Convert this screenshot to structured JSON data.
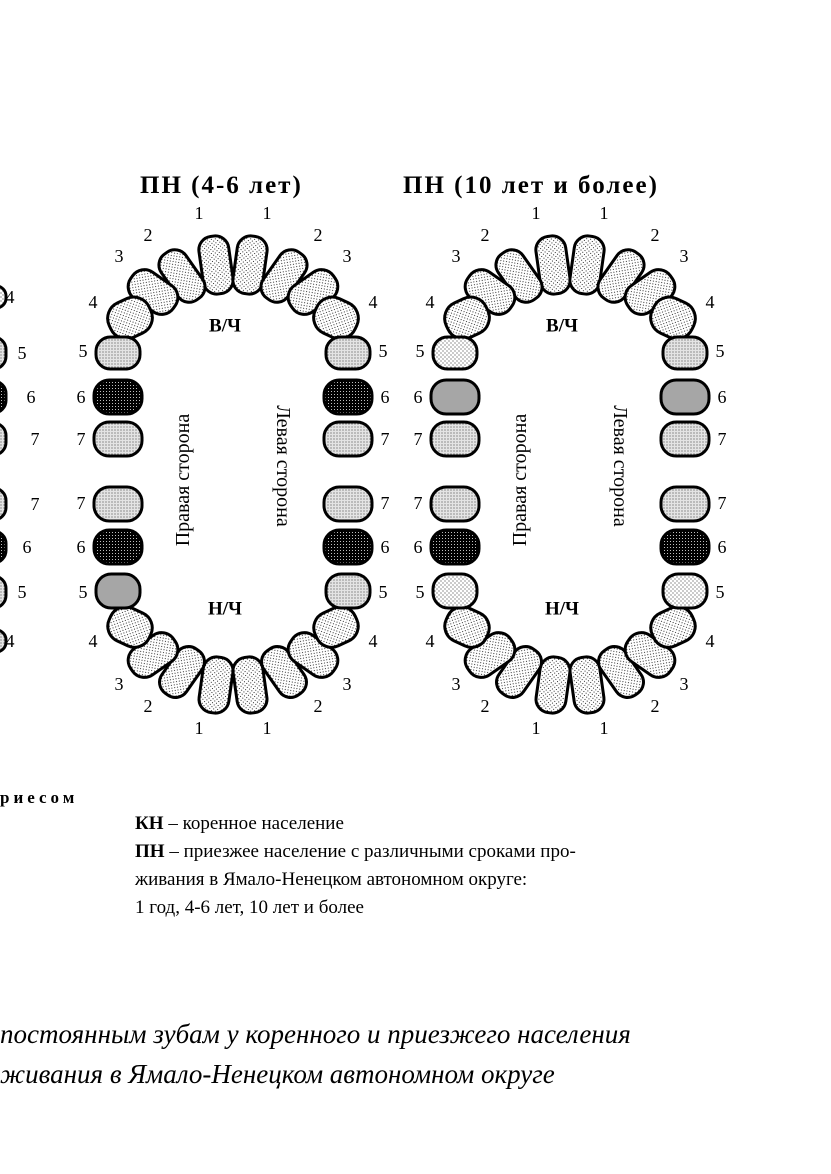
{
  "colors": {
    "dotted": "#ffffff",
    "light": "#d9d9d9",
    "medium": "#a6a6a6",
    "dark": "#000000"
  },
  "left_partial": {
    "labels": [
      "4",
      "5",
      "6",
      "7",
      "7",
      "6",
      "5",
      "4"
    ],
    "fills": [
      "dotted",
      "light",
      "dark",
      "light",
      "light",
      "dark",
      "light",
      "light"
    ]
  },
  "charts": [
    {
      "title": "ПН (4-6 лет)",
      "upper_label": "В/Ч",
      "lower_label": "Н/Ч",
      "right_side_label": "Правая сторона",
      "left_side_label": "Левая сторона",
      "fills": {
        "upper_right": [
          "dotted",
          "dotted",
          "dotted",
          "dotted",
          "light",
          "dark",
          "light"
        ],
        "upper_left": [
          "dotted",
          "dotted",
          "dotted",
          "dotted",
          "light",
          "dark",
          "light"
        ],
        "lower_right": [
          "dotted",
          "dotted",
          "dotted",
          "dotted",
          "medium",
          "dark",
          "light"
        ],
        "lower_left": [
          "dotted",
          "dotted",
          "dotted",
          "dotted",
          "light",
          "dark",
          "light"
        ]
      }
    },
    {
      "title": "ПН (10 лет и более)",
      "upper_label": "В/Ч",
      "lower_label": "Н/Ч",
      "right_side_label": "Правая сторона",
      "left_side_label": "Левая сторона",
      "fills": {
        "upper_right": [
          "dotted",
          "dotted",
          "dotted",
          "dotted",
          "dotted",
          "medium",
          "light"
        ],
        "upper_left": [
          "dotted",
          "dotted",
          "dotted",
          "dotted",
          "light",
          "medium",
          "light"
        ],
        "lower_right": [
          "dotted",
          "dotted",
          "dotted",
          "dotted",
          "dotted",
          "dark",
          "light"
        ],
        "lower_left": [
          "dotted",
          "dotted",
          "dotted",
          "dotted",
          "dotted",
          "dark",
          "light"
        ]
      }
    }
  ],
  "tooth_numbers": [
    "1",
    "2",
    "3",
    "4",
    "5",
    "6",
    "7"
  ],
  "partial_text": "риесом",
  "legend": {
    "kn_abbr": "КН",
    "kn_text": " – коренное население",
    "pn_abbr": "ПН",
    "pn_text_1": " – приезжее население с различными сроками про-",
    "pn_text_2": "живания в Ямало-Ненецком автономном округе:",
    "pn_text_3": " 1 год, 4-6 лет, 10 лет и более"
  },
  "caption": {
    "line1": "постоянным зубам у коренного и приезжего населения",
    "line2": "живания в Ямало-Ненецком автономном округе"
  }
}
